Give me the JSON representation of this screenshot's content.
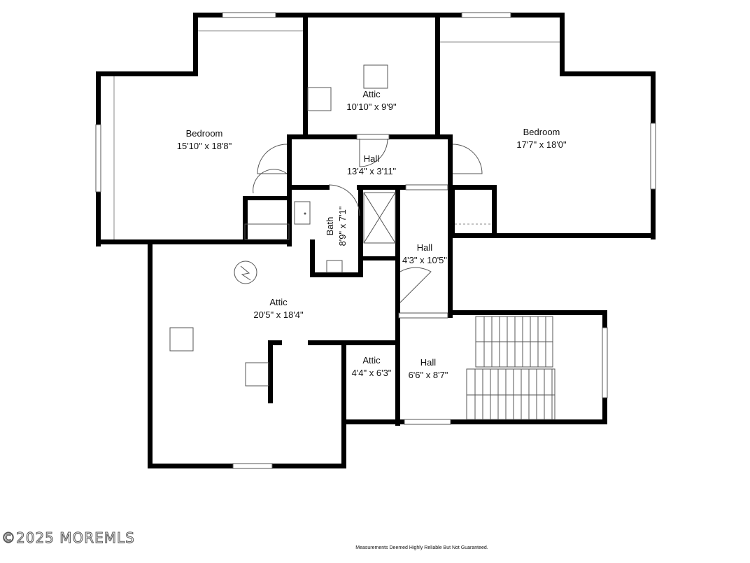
{
  "rooms": [
    {
      "id": "bedroom-left",
      "name": "Bedroom",
      "size": "15'10\" x 18'8\""
    },
    {
      "id": "attic-top",
      "name": "Attic",
      "size": "10'10\" x 9'9\""
    },
    {
      "id": "bedroom-right",
      "name": "Bedroom",
      "size": "17'7\" x 18'0\""
    },
    {
      "id": "hall-top",
      "name": "Hall",
      "size": "13'4\" x 3'11\""
    },
    {
      "id": "bath",
      "name": "Bath",
      "size": "8'9\" x 7'1\""
    },
    {
      "id": "hall-middle",
      "name": "Hall",
      "size": "4'3\" x 10'5\""
    },
    {
      "id": "attic-large",
      "name": "Attic",
      "size": "20'5\" x 18'4\""
    },
    {
      "id": "attic-small",
      "name": "Attic",
      "size": "4'4\" x 6'3\""
    },
    {
      "id": "hall-lower",
      "name": "Hall",
      "size": "6'6\" x 8'7\""
    }
  ],
  "watermark": "©2025 MOREMLS",
  "disclaimer": "Measurements Deemed Highly Reliable But Not Guaranteed."
}
